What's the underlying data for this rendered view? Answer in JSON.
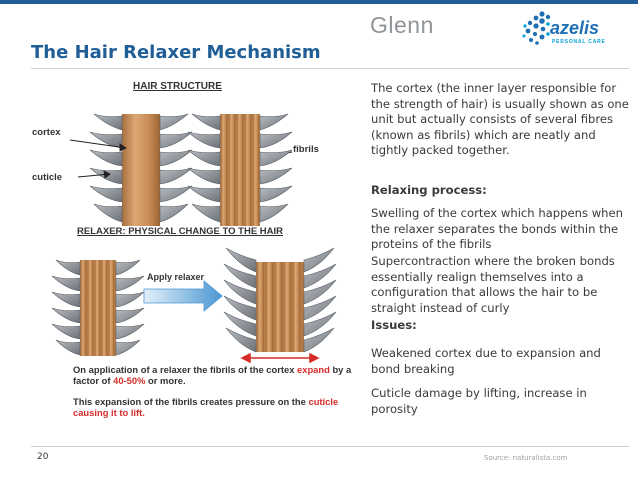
{
  "header": {
    "logo_left": "Glenn",
    "logo_right_word": "azelis",
    "logo_right_sub": "PERSONAL CARE",
    "title": "The Hair Relaxer Mechanism"
  },
  "diagram": {
    "heading_structure": "HAIR STRUCTURE",
    "label_cortex": "cortex",
    "label_cuticle": "cuticle",
    "label_fibrils": "fibrils",
    "heading_relaxer": "RELAXER: PHYSICAL CHANGE TO THE HAIR",
    "label_apply": "Apply relaxer",
    "caption1_part1": "On application of a relaxer the fibrils of the cortex ",
    "caption1_red1": "expand",
    "caption1_part2": " by a factor of ",
    "caption1_red2": "40-50%",
    "caption1_part3": " or more.",
    "caption2_part1": "This expansion of the fibrils creates pressure on the ",
    "caption2_red": "cuticle causing it to lift.",
    "colors": {
      "cortex": "#c9935d",
      "cuticle": "#8f949a",
      "arrow": "#d62b2b",
      "apply_arrow": "#5aa3d6"
    }
  },
  "content": {
    "p1": "The cortex (the inner layer responsible for the strength of hair) is usually shown as one unit but actually consists of several fibres (known as fibrils) which are neatly and tightly packed together.",
    "relaxing_heading": "Relaxing process:",
    "p2": "Swelling of the cortex which happens when the relaxer separates the bonds within the proteins of the fibrils",
    "p3": "Supercontraction where the broken bonds essentially realign themselves into a configuration that allows the hair to be straight instead of curly",
    "issues_heading": "Issues:",
    "p4": "Weakened cortex due to expansion and bond breaking",
    "p5": "Cuticle damage by lifting, increase in porosity"
  },
  "footer": {
    "page_number": "20",
    "source": "Source: naturalista.com"
  }
}
